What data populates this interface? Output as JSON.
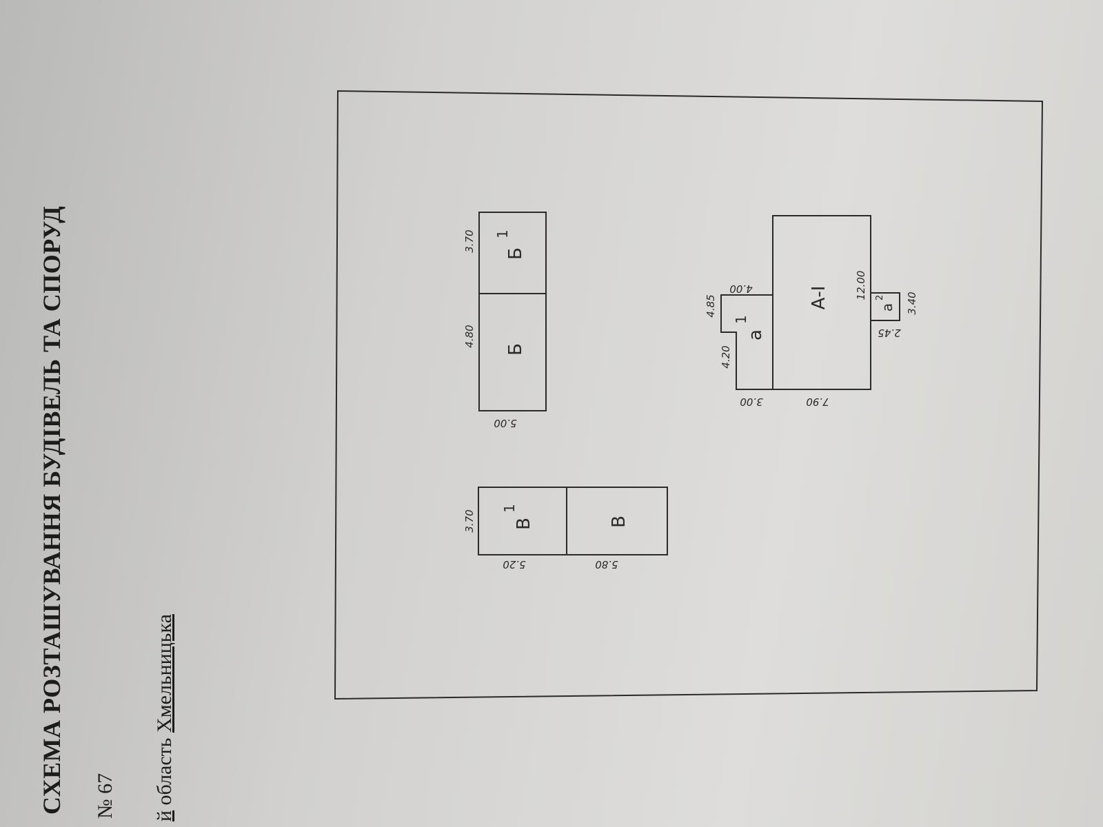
{
  "header": {
    "title": "СХЕМА РОЗТАШУВАННЯ БУДІВЕЛЬ ТА СПОРУД",
    "number_text": "№ 67",
    "region_prefix": "й",
    "region_label": "область",
    "region_name": "Хмельницька"
  },
  "buildings": {
    "B": {
      "label_main": "Б",
      "label_annex": "Б",
      "annex_index": "1",
      "dim_top_main": "4.80",
      "dim_top_annex": "3.70",
      "dim_side": "5.00"
    },
    "V": {
      "label_main": "В",
      "label_annex": "В",
      "annex_index": "1",
      "dim_top": "3.70",
      "dim_annex": "5.20",
      "dim_main": "5.80"
    },
    "A": {
      "label_main": "А-І",
      "label_a1": "а",
      "a1_index": "1",
      "label_a2": "а",
      "a2_index": "2",
      "dim_1": "4.00",
      "dim_2": "4.85",
      "dim_3": "4.20",
      "dim_4": "3.00",
      "dim_5": "7.90",
      "dim_6": "12.00",
      "dim_7": "3.40",
      "dim_8": "2.45"
    }
  }
}
